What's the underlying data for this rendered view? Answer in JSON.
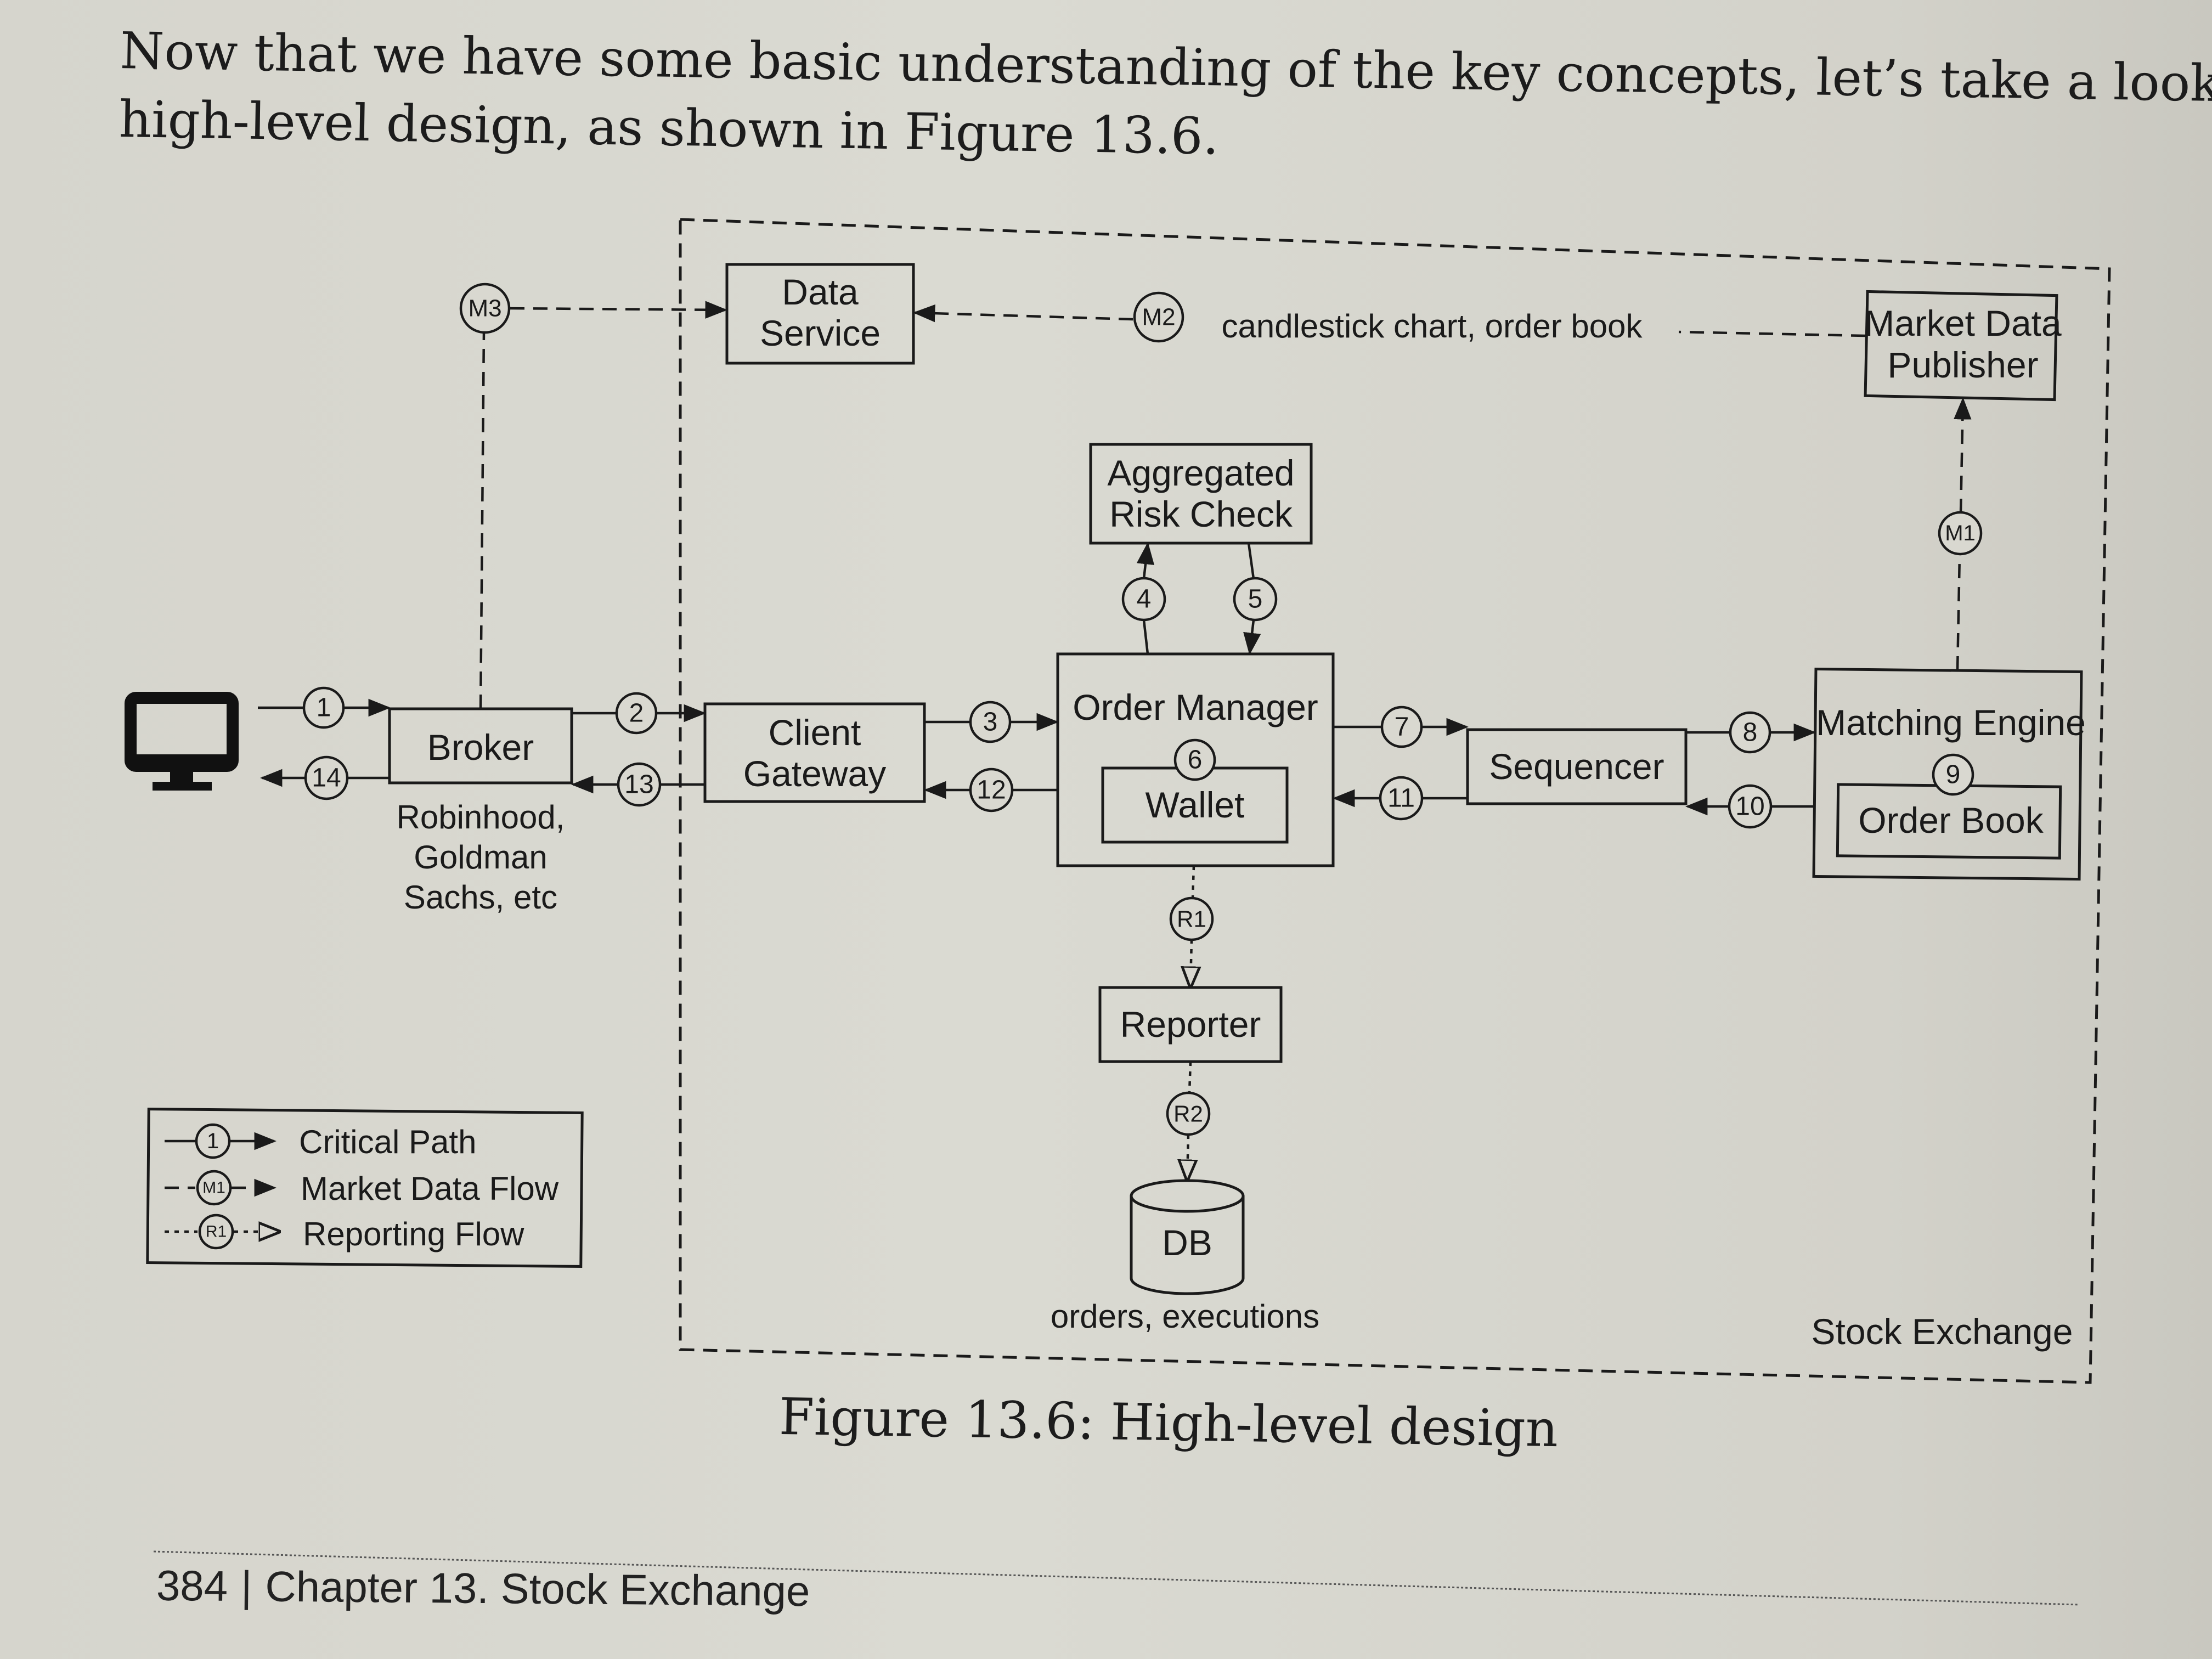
{
  "prose": {
    "line1": "Now that we have some basic understanding of the key concepts, let’s take a look at the",
    "line2": "high-level design, as shown in Figure 13.6."
  },
  "diagram": {
    "boundary_label": "Stock Exchange",
    "nodes": {
      "data_service": [
        "Data",
        "Service"
      ],
      "market_data_publisher": [
        "Market Data",
        "Publisher"
      ],
      "aggregated_risk_check": [
        "Aggregated",
        "Risk Check"
      ],
      "broker": "Broker",
      "broker_examples": [
        "Robinhood,",
        "Goldman",
        "Sachs, etc"
      ],
      "client_gateway": [
        "Client",
        "Gateway"
      ],
      "order_manager": "Order Manager",
      "wallet": "Wallet",
      "sequencer": "Sequencer",
      "matching_engine": "Matching Engine",
      "order_book": "Order Book",
      "reporter": "Reporter",
      "db": "DB",
      "db_note": "orders, executions"
    },
    "m2_label": "candlestick chart, order book",
    "steps": [
      "1",
      "2",
      "3",
      "4",
      "5",
      "6",
      "7",
      "8",
      "9",
      "10",
      "11",
      "12",
      "13",
      "14",
      "M1",
      "M2",
      "M3",
      "R1",
      "R2"
    ],
    "legend": {
      "critical": {
        "marker": "1",
        "label": "Critical Path"
      },
      "market": {
        "marker": "M1",
        "label": "Market Data Flow"
      },
      "reporting": {
        "marker": "R1",
        "label": "Reporting Flow"
      }
    },
    "icons": [
      "desktop-monitor-icon"
    ]
  },
  "caption": "Figure 13.6: High-level design",
  "footer": {
    "page_number": "384",
    "separator": "|",
    "chapter": "Chapter 13. Stock Exchange"
  }
}
